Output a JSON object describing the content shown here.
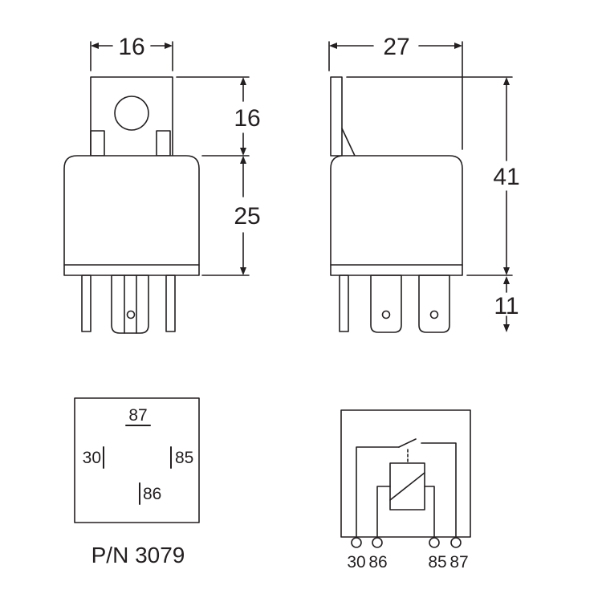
{
  "dimensions": {
    "front_width": "16",
    "side_depth": "27",
    "bracket_height": "16",
    "body_height": "25",
    "total_height": "41",
    "pin_length": "11"
  },
  "pin_layout": {
    "top": "87",
    "left": "30",
    "right": "85",
    "bottom": "86"
  },
  "part_number": "P/N 3079",
  "schematic_terminals": [
    "30",
    "86",
    "85",
    "87"
  ],
  "colors": {
    "line": "#231f20",
    "body_fill": "#ffffff"
  }
}
